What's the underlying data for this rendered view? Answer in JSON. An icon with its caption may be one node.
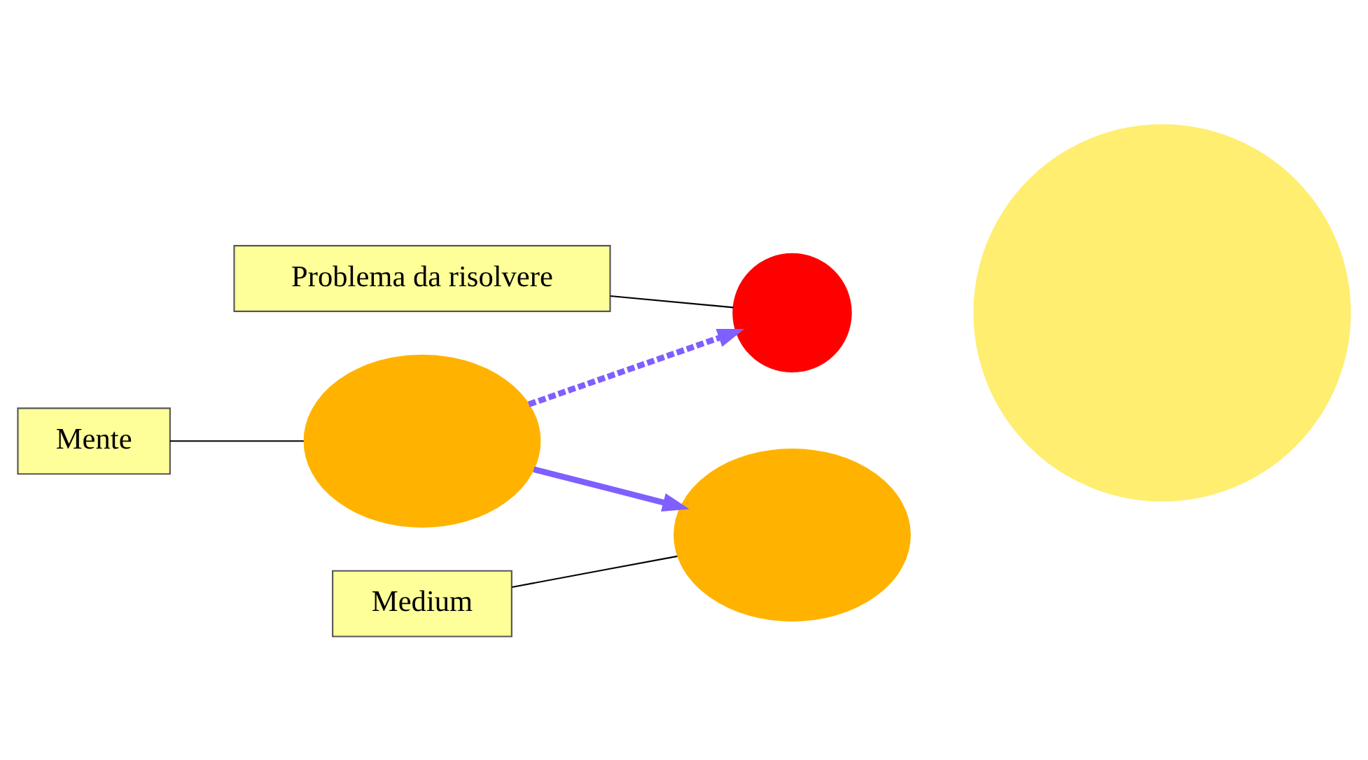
{
  "diagram": {
    "nodes": [
      {
        "text": [
          "Problema da risolvere"
        ]
      },
      {
        "text": [],
        "shape": "circle"
      },
      {
        "text": [
          "Medium"
        ]
      },
      {
        "text": [],
        "shape": "circle"
      },
      {
        "text": [],
        "shape": "ellipse"
      },
      {
        "text": [
          "Mente"
        ]
      },
      {
        "text": [],
        "shape": "ellipse"
      }
    ],
    "edges": [
      {
        "from": 0,
        "to": 1,
        "arrow": "none"
      },
      {
        "from": 2,
        "to": 4,
        "arrow": "none"
      },
      {
        "from": 5,
        "to": 6,
        "arrow": "none"
      },
      {
        "from": 6,
        "to": 4,
        "arrow": "to",
        "style": "thick",
        "color": "#7f5fff"
      },
      {
        "from": 6,
        "to": 1,
        "arrow": "to",
        "style": "dashed",
        "color": "#7f5fff"
      }
    ]
  }
}
